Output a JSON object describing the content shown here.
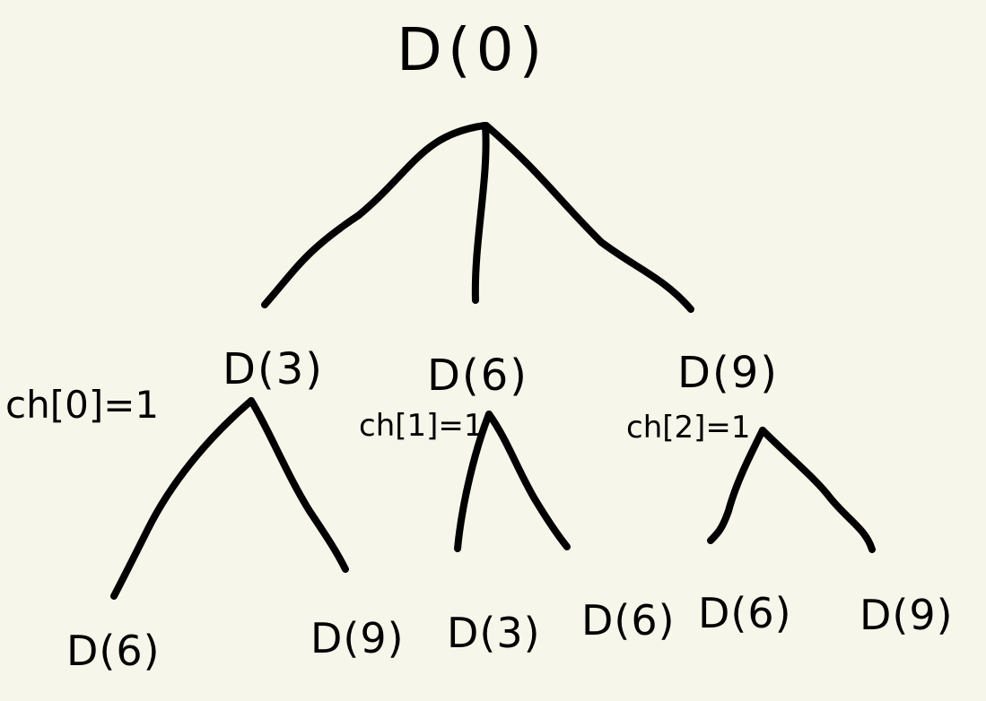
{
  "tree": {
    "root": {
      "label": "D(0)"
    },
    "level1": [
      {
        "label": "D(3)",
        "annotation": "ch[0]=1"
      },
      {
        "label": "D(6)",
        "annotation": "ch[1]=1"
      },
      {
        "label": "D(9)",
        "annotation": "ch[2]=1"
      }
    ],
    "level2": [
      {
        "label": "D(6)"
      },
      {
        "label": "D(9)"
      },
      {
        "label": "D(3)"
      },
      {
        "label": "D(6)"
      },
      {
        "label": "D(6)"
      },
      {
        "label": "D(9)"
      }
    ]
  }
}
